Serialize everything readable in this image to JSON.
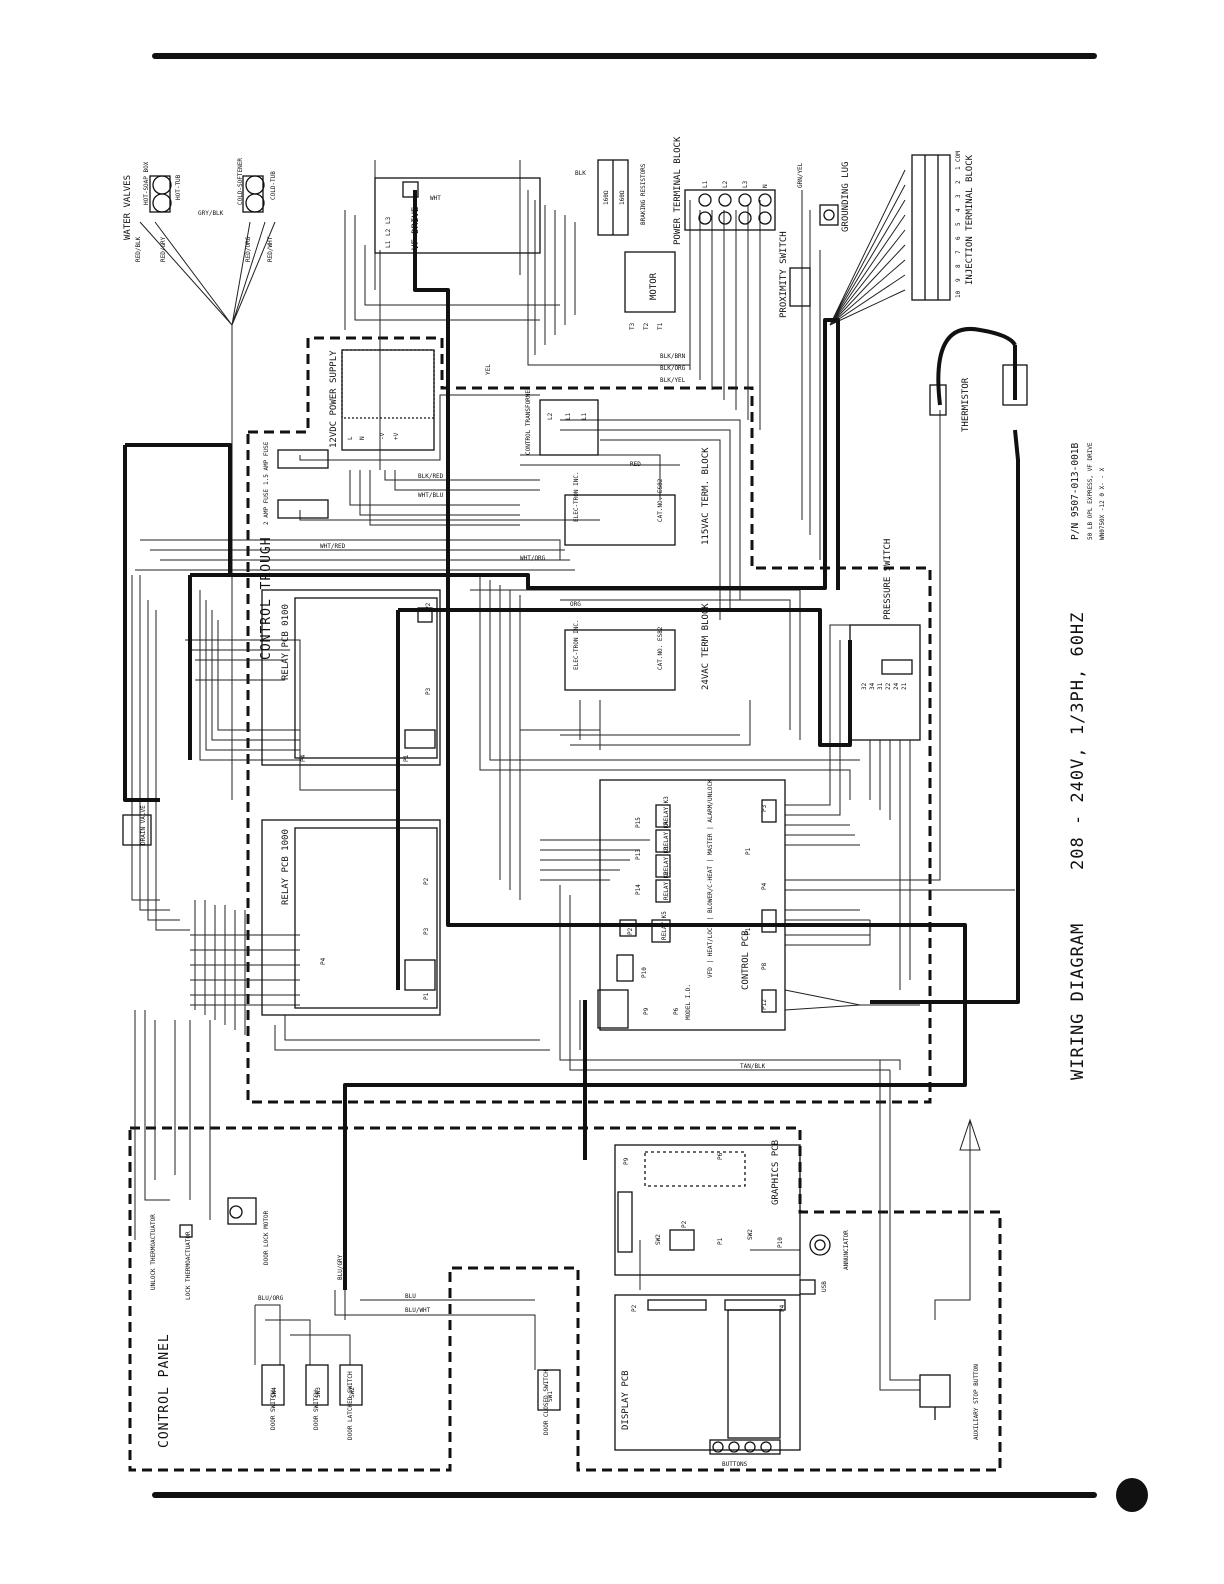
{
  "title": "WIRING DIAGRAM",
  "spec": "208 - 240V, 1/3PH, 60HZ",
  "part_number": "P/N 9507-013-001B",
  "model_line": "50 LB OPL EXPRESS, VF DRIVE",
  "model_code": "WN0750X -12 0 X-    -  X",
  "regions": {
    "control_trough": "CONTROL TROUGH",
    "control_panel": "CONTROL PANEL"
  },
  "components": {
    "water_valves": "WATER VALVES",
    "hot_soap_box": "HOT-SOAP BOX",
    "hot_tub": "HOT-TUB",
    "cold_softener": "COLD-SOFTENER",
    "cold_tub": "COLD-TUB",
    "vf_drive": "VF DRIVE",
    "braking_resistors": "BRAKING RESISTORS",
    "power_terminal_block": "POWER TERMINAL BLOCK",
    "grounding_lug": "GROUNDING LUG",
    "injection_terminal_block": "INJECTION TERMINAL BLOCK",
    "motor": "MOTOR",
    "proximity_switch": "PROXIMITY SWITCH",
    "thermistor": "THERMISTOR",
    "power_supply": "12VDC POWER SUPPLY",
    "fuse_1": "1.5 AMP FUSE",
    "fuse_2": "2 AMP FUSE",
    "control_transformer": "CONTROL TRANSFORMER",
    "term_block_115": "115VAC TERM. BLOCK",
    "term_block_24": "24VAC TERM BLOCK",
    "elec_tron": "ELEC-TRON INC.",
    "cat_no": "CAT.NO. ES82",
    "relay_pcb_0100": "RELAY PCB 0100",
    "relay_pcb_1000": "RELAY PCB 1000",
    "pressure_switch": "PRESSURE SWITCH",
    "control_pcb": "CONTROL PCB",
    "control_pcb_functions": "VFD | HEAT/LOCK | BLOWER/C-HEAT | MASTER | ALARM/UNLOCK",
    "drain_valve": "DRAIN VALVE",
    "unlock_thermoactuator": "UNLOCK THERMOACTUATOR",
    "lock_thermoactuator": "LOCK THERMOACTUATOR",
    "door_lock_motor": "DOOR LOCK MOTOR",
    "graphics_pcb": "GRAPHICS PCB",
    "annunciator": "ANNUNCIATOR",
    "usb": "USB",
    "display_pcb": "DISPLAY PCB",
    "buttons": "BUTTONS",
    "auxiliary_stop_button": "AUXILIARY STOP BUTTON",
    "door_switch": "DOOR SWITCH",
    "door_latched_switch": "DOOR LATCHED SWITCH",
    "door_closed_switch": "DOOR CLOSED SWITCH",
    "model_id": "MODEL I.D."
  },
  "terminals": {
    "power": [
      "L1",
      "L2",
      "L3",
      "N"
    ],
    "motor": [
      "T3",
      "T2",
      "T1"
    ],
    "vfd_inputs": [
      "L1",
      "L2",
      "L3"
    ],
    "injection": [
      "10",
      "9",
      "8",
      "7",
      "6",
      "5",
      "4",
      "3",
      "2",
      "1",
      "COM"
    ],
    "supply": [
      "L",
      "N",
      "-V",
      "+V"
    ],
    "transformer": [
      "L2",
      "L1",
      "L1"
    ],
    "pressure": [
      "32",
      "34",
      "31",
      "22",
      "24",
      "21"
    ],
    "switches": [
      "SW4",
      "SW3",
      "SW2",
      "SW1"
    ],
    "graphics_ports": [
      "P9",
      "P6",
      "SW2",
      "P2",
      "P1",
      "SW2",
      "P10"
    ],
    "display_ports": [
      "P2",
      "P4"
    ],
    "relay_ports_top": [
      "P2",
      "P3",
      "P4",
      "P1"
    ],
    "relay_ports_bottom": [
      "P2",
      "P3",
      "P4",
      "P1"
    ],
    "control_ports": [
      "P15",
      "P13",
      "P14",
      "P2",
      "P10",
      "P9",
      "P6",
      "P3",
      "P1",
      "P4",
      "P11",
      "P8",
      "P12"
    ],
    "relays": [
      "RELAY K3",
      "RELAY K4",
      "RELAY K1",
      "RELAY K2",
      "RELAY K5"
    ]
  },
  "resistor_values": [
    "160Ω",
    "160Ω"
  ],
  "wire_labels": [
    "RED/BLK",
    "RED/GRY",
    "RED/ORG",
    "RED/WHT",
    "BLK/BRN",
    "BLK/ORG",
    "BLK/YEL",
    "BLK/RED",
    "WHT/RED",
    "WHT/BLU",
    "WHT/ORG",
    "GRN/YEL",
    "GRY/BLK",
    "BLU/ORG",
    "BLU/WHT",
    "BLU/GRY",
    "ORG",
    "RED",
    "BLU",
    "YEL",
    "BLK",
    "WHT",
    "TAN/BLK"
  ]
}
